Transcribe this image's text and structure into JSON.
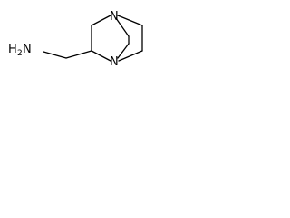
{
  "molecule": {
    "atoms": {
      "n_top": "N",
      "n_bottom": "N",
      "amine_h": "H",
      "amine_h_count": "2",
      "amine_n": "N"
    },
    "colors": {
      "bond": "#000000",
      "text": "#000000",
      "background": "#ffffff"
    }
  }
}
